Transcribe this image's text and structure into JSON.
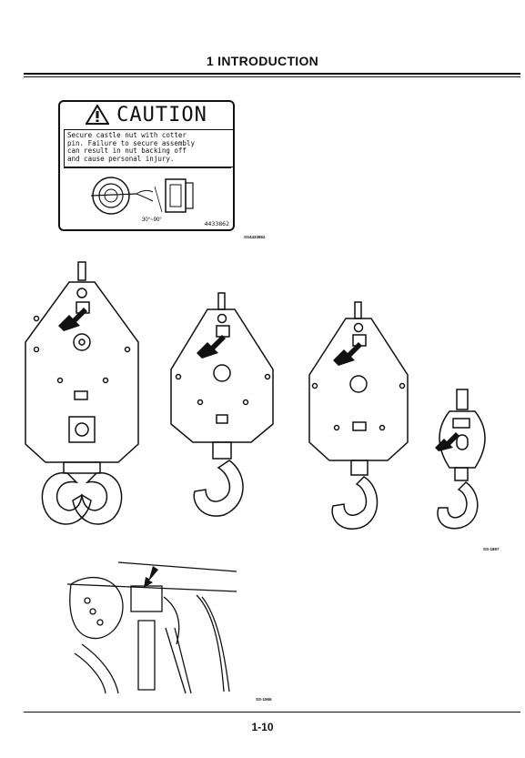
{
  "header": {
    "title": "1 INTRODUCTION"
  },
  "caution_decal": {
    "heading": "CAUTION",
    "lines": [
      "Secure castle nut with cotter",
      "pin. Failure to secure assembly",
      "can result in nut backing off",
      "and cause personal injury."
    ],
    "angle_label": "30°~90°",
    "part_number": "4433862"
  },
  "captions": {
    "decal_ref": "SS4433862",
    "blocks_ref": "SS-1897",
    "boom_ref": "SS-1566"
  },
  "footer": {
    "page_number": "1-10"
  }
}
